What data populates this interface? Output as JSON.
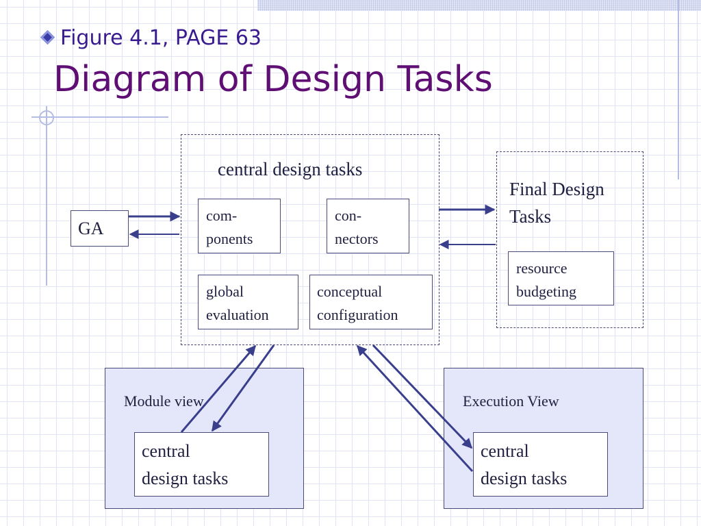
{
  "slide": {
    "subtitle": "Figure 4.1, PAGE 63",
    "title": "Diagram of Design Tasks"
  },
  "diagram": {
    "central": {
      "label": "central design tasks",
      "components": [
        "com-",
        "ponents"
      ],
      "connectors": [
        "con-",
        "nectors"
      ],
      "global_evaluation": [
        "global",
        "evaluation"
      ],
      "conceptual_configuration": [
        "conceptual",
        "configuration"
      ]
    },
    "ga": {
      "label": "GA"
    },
    "final": {
      "label": [
        "Final Design",
        "Tasks"
      ],
      "resource_budgeting": [
        "resource",
        "budgeting"
      ]
    },
    "module_view": {
      "label": "Module view",
      "inner": [
        "central",
        "design tasks"
      ]
    },
    "execution_view": {
      "label": "Execution View",
      "inner": [
        "central",
        "design tasks"
      ]
    },
    "colors": {
      "title": "#5f0f73",
      "subtitle": "#3a1b8f",
      "arrows": "#3a3f8c",
      "view_fill": "#e4e7fa",
      "grid": "#dfe3f4"
    }
  }
}
